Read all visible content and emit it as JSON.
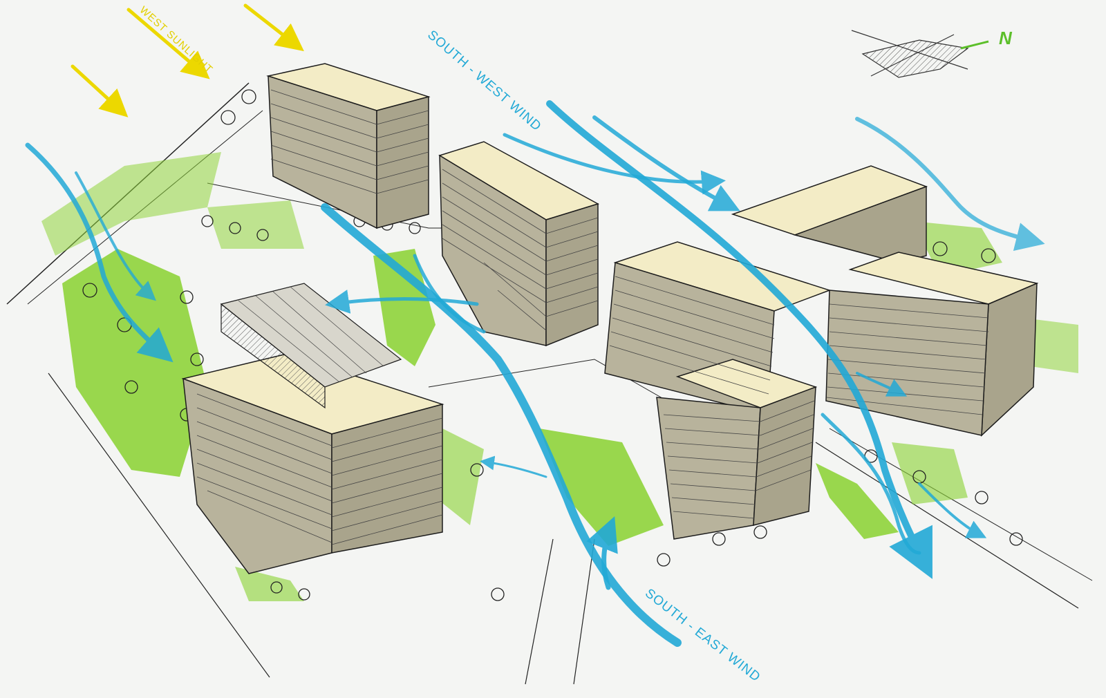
{
  "labels": {
    "west_sunlight": "WEST SUNLIGHT",
    "south_west_wind": "SOUTH - WEST WIND",
    "south_east_wind": "SOUTH - EAST WIND",
    "north": "N"
  },
  "colors": {
    "sunlight": "#ecd800",
    "wind": "#22a9d6",
    "greenery": "#8fd43a",
    "building_roof": "#f3ecc6",
    "building_side": "#b8b39c",
    "ink": "#1c1c1c",
    "north_text": "#5cbf2a"
  },
  "icons": {
    "compass": "north-arrow-compass-icon",
    "sun_arrow": "sunlight-arrow-icon",
    "wind_arrow": "wind-flow-arrow-icon"
  }
}
